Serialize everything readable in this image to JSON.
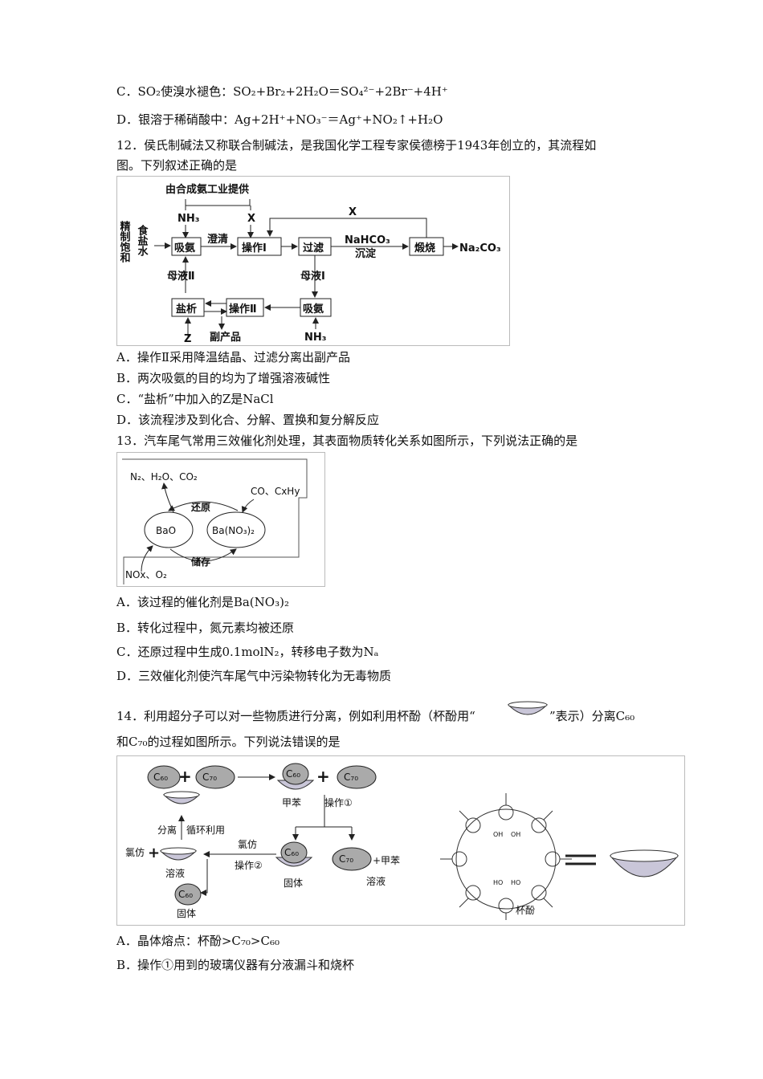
{
  "lines": {
    "q11c": "C．SO₂使溴水褪色：SO₂+Br₂+2H₂O＝SO₄²⁻+2Br⁻+4H⁺",
    "q11d": "D．银溶于稀硝酸中：Ag+2H⁺+NO₃⁻＝Ag⁺+NO₂↑+H₂O",
    "q12_stem1": "12．侯氏制碱法又称联合制碱法，是我国化学工程专家侯德榜于1943年创立的，其流程如",
    "q12_stem2": "图。下列叙述正确的是",
    "q12a": "A．操作Ⅱ采用降温结晶、过滤分离出副产品",
    "q12b": "B．两次吸氨的目的均为了增强溶液碱性",
    "q12c": "C．“盐析”中加入的Z是NaCl",
    "q12d": "D．该流程涉及到化合、分解、置换和复分解反应",
    "q13_stem": "13．汽车尾气常用三效催化剂处理，其表面物质转化关系如图所示，下列说法正确的是",
    "q13a": "A．该过程的催化剂是Ba(NO₃)₂",
    "q13b": "B．转化过程中，氮元素均被还原",
    "q13c": "C．还原过程中生成0.1molN₂，转移电子数为Nₐ",
    "q13d": "D．三效催化剂使汽车尾气中污染物转化为无毒物质",
    "q14_stem1a": "14．利用超分子可以对一些物质进行分离，例如利用杯酚（杯酚用“",
    "q14_stem1b": "”表示）分离C₆₀",
    "q14_stem2": "和C₇₀的过程如图所示。下列说法错误的是",
    "q14a": "A．晶体熔点：杯酚>C₇₀>C₆₀",
    "q14b": "B．操作①用到的玻璃仪器有分液漏斗和烧杯"
  },
  "fig12": {
    "top_label": "由合成氨工业提供",
    "nh3": "NH₃",
    "x": "X",
    "x2": "X",
    "left_label_1": "精制饱和",
    "left_label_2": "食盐水",
    "box_absorb1": "吸氨",
    "clarify": "澄清",
    "box_op1": "操作Ⅰ",
    "box_filter": "过滤",
    "nahco3": "NaHCO₃",
    "precip": "沉淀",
    "box_calcine": "煅烧",
    "na2co3": "Na₂CO₃",
    "mother2": "母液Ⅱ",
    "mother1": "母液Ⅰ",
    "box_saltout": "盐析",
    "box_op2": "操作Ⅱ",
    "box_absorb2": "吸氨",
    "z": "Z",
    "byproduct": "副产品",
    "nh3_bottom": "NH₃"
  },
  "fig13": {
    "products": "N₂、H₂O、CO₂",
    "reductants": "CO、CxHy",
    "reduce": "还原",
    "bao": "BaO",
    "bano3": "Ba(NO₃)₂",
    "store": "储存",
    "nox": "NOx、O₂"
  },
  "fig14": {
    "c60": "C₆₀",
    "c70": "C₇₀",
    "toluene": "甲苯",
    "op1": "操作①",
    "separate": "分离",
    "recycle": "循环利用",
    "chloroform": "氯仿",
    "op2": "操作②",
    "solid": "固体",
    "solution": "溶液",
    "plus_toluene": "+甲苯",
    "calixarene": "杯酚",
    "oh": "OH",
    "ho": "HO"
  }
}
